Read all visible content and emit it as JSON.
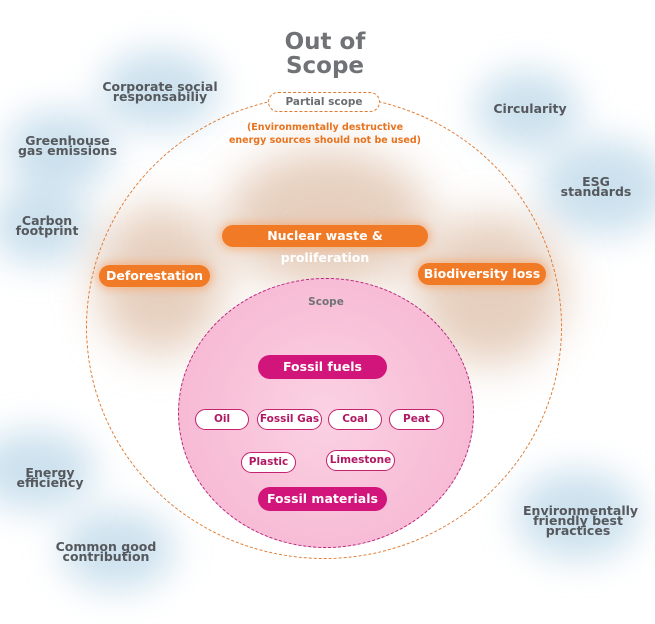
{
  "title": "Out of\nScope",
  "out_of_scope_items": [
    "Corporate social\nresponsabiliy",
    "Greenhouse\ngas emissions",
    "Carbon\nfootprint",
    "Energy efficiency",
    "Common good\ncontribution",
    "Circularity",
    "ESG\nstandards",
    "Environmentally\nfriendly best\npractices"
  ],
  "partial_scope": {
    "label": "Partial scope",
    "note": "(Environmentally destructive\nenergy sources should not be used)",
    "items": [
      "Nuclear waste & proliferation",
      "Deforestation",
      "Biodiversity loss"
    ]
  },
  "scope": {
    "label": "Scope",
    "fossil_fuels": {
      "label": "Fossil fuels",
      "items": [
        "Oil",
        "Fossil Gas",
        "Coal",
        "Peat"
      ]
    },
    "fossil_materials": {
      "label": "Fossil materials",
      "items": [
        "Plastic",
        "Limestone"
      ]
    }
  },
  "colors": {
    "orange": "#f07a26",
    "magenta": "#d2157a",
    "scope_fill": "#f8c0d8",
    "text_gray": "#55585c"
  }
}
